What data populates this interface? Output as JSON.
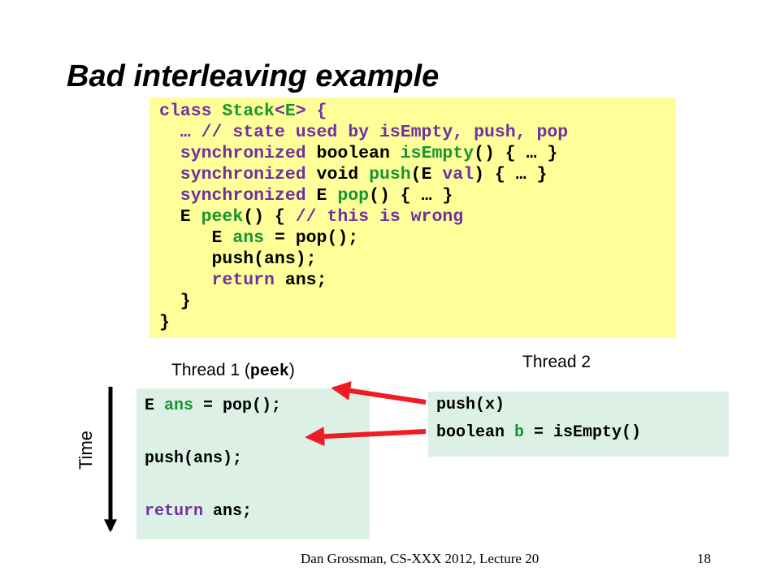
{
  "slide": {
    "title": "Bad interleaving example",
    "footer": "Dan Grossman, CS-XXX 2012, Lecture 20",
    "page_number": "18"
  },
  "code": {
    "lines": [
      [
        {
          "t": "class ",
          "c": "kw"
        },
        {
          "t": "Stack",
          "c": "id"
        },
        {
          "t": "<",
          "c": "kw"
        },
        {
          "t": "E",
          "c": "id"
        },
        {
          "t": "> {",
          "c": "kw"
        }
      ],
      [
        {
          "t": "  … // state used by isEmpty, push, pop",
          "c": "kw"
        }
      ],
      [
        {
          "t": "  synchronized ",
          "c": "kw"
        },
        {
          "t": "boolean ",
          "c": "tx"
        },
        {
          "t": "isEmpty",
          "c": "id"
        },
        {
          "t": "() { … }",
          "c": "tx"
        }
      ],
      [
        {
          "t": "  synchronized ",
          "c": "kw"
        },
        {
          "t": "void ",
          "c": "tx"
        },
        {
          "t": "push",
          "c": "id"
        },
        {
          "t": "(E ",
          "c": "tx"
        },
        {
          "t": "val",
          "c": "kw"
        },
        {
          "t": ") { … }",
          "c": "tx"
        }
      ],
      [
        {
          "t": "  synchronized ",
          "c": "kw"
        },
        {
          "t": "E ",
          "c": "tx"
        },
        {
          "t": "pop",
          "c": "id"
        },
        {
          "t": "() { … }",
          "c": "tx"
        }
      ],
      [
        {
          "t": "  E ",
          "c": "tx"
        },
        {
          "t": "peek",
          "c": "id"
        },
        {
          "t": "() { ",
          "c": "tx"
        },
        {
          "t": "// this is wrong",
          "c": "kw"
        }
      ],
      [
        {
          "t": "     E ",
          "c": "tx"
        },
        {
          "t": "ans",
          "c": "id"
        },
        {
          "t": " = pop();",
          "c": "tx"
        }
      ],
      [
        {
          "t": "     push(ans);",
          "c": "tx"
        }
      ],
      [
        {
          "t": "     ",
          "c": "tx"
        },
        {
          "t": "return",
          "c": "kw"
        },
        {
          "t": " ans;",
          "c": "tx"
        }
      ],
      [
        {
          "t": "  }",
          "c": "tx"
        }
      ],
      [
        {
          "t": "}",
          "c": "tx"
        }
      ]
    ]
  },
  "thread1": {
    "label_prefix": "Thread 1 (",
    "label_code": "peek",
    "label_suffix": ")",
    "line1_a": "E ",
    "line1_b": "ans",
    "line1_c": " = pop();",
    "line2": "push(ans);",
    "line3_a": "return",
    "line3_b": " ans;"
  },
  "thread2": {
    "label": "Thread 2",
    "line1": "push(x)",
    "line2_a": "boolean ",
    "line2_b": "b",
    "line2_c": " = isEmpty()"
  },
  "axis": {
    "label": "Time"
  },
  "colors": {
    "code_bg": "#ffff99",
    "thread_bg": "#dcf0e6",
    "keyword": "#7030a0",
    "identifier": "#169432",
    "arrow_red": "#ee1c24"
  }
}
